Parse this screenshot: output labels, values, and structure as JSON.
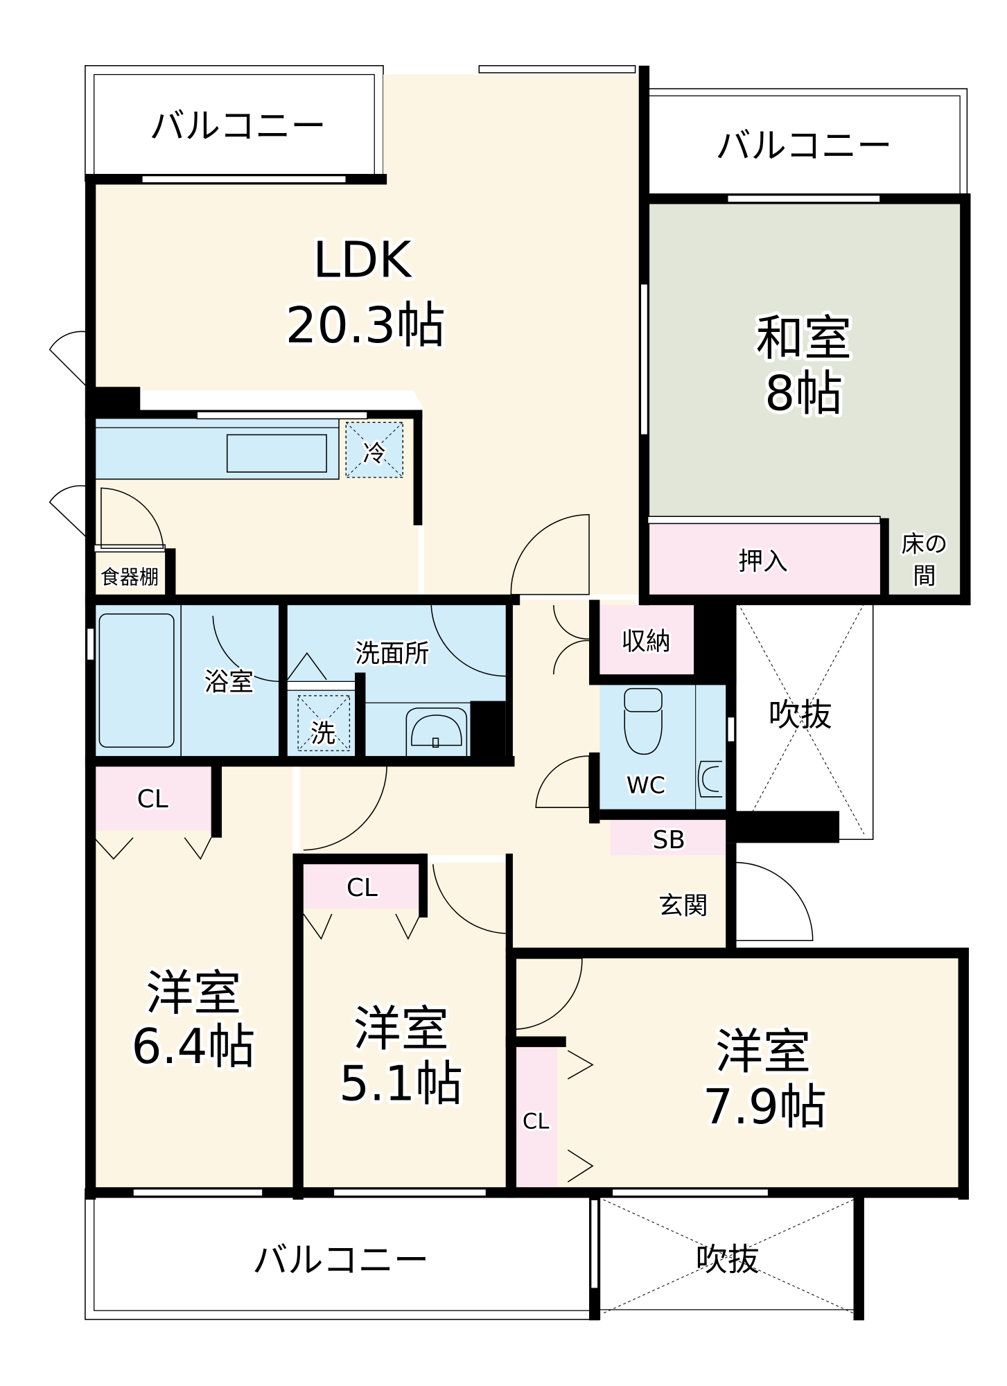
{
  "title": "Floor plan 4LDK",
  "colors": {
    "living": "#fdf5e3",
    "washitsu": "#e1e6d9",
    "wet_area": "#d1edf9",
    "storage": "#fce6ef",
    "wall": "#000000",
    "balcony": "#ffffff"
  },
  "rooms": {
    "ldk": {
      "name": "LDK",
      "size": "20.3帖"
    },
    "washitsu": {
      "name": "和室",
      "size": "8帖"
    },
    "western1": {
      "name": "洋室",
      "size": "6.4帖"
    },
    "western2": {
      "name": "洋室",
      "size": "5.1帖"
    },
    "western3": {
      "name": "洋室",
      "size": "7.9帖"
    }
  },
  "balconies": {
    "top_left": "バルコニー",
    "top_right": "バルコニー",
    "bottom": "バルコニー"
  },
  "voids": {
    "right": "吹抜",
    "bottom": "吹抜"
  },
  "small_labels": {
    "fridge": "冷",
    "cupboard": "食器棚",
    "bathroom": "浴室",
    "washroom": "洗面所",
    "washer": "洗",
    "storage": "収納",
    "oshiire": "押入",
    "tokonoma_line1": "床の",
    "tokonoma_line2": "間",
    "wc": "WC",
    "shoebox": "SB",
    "entrance": "玄関",
    "closet1": "CL",
    "closet2": "CL",
    "closet3": "CL"
  }
}
